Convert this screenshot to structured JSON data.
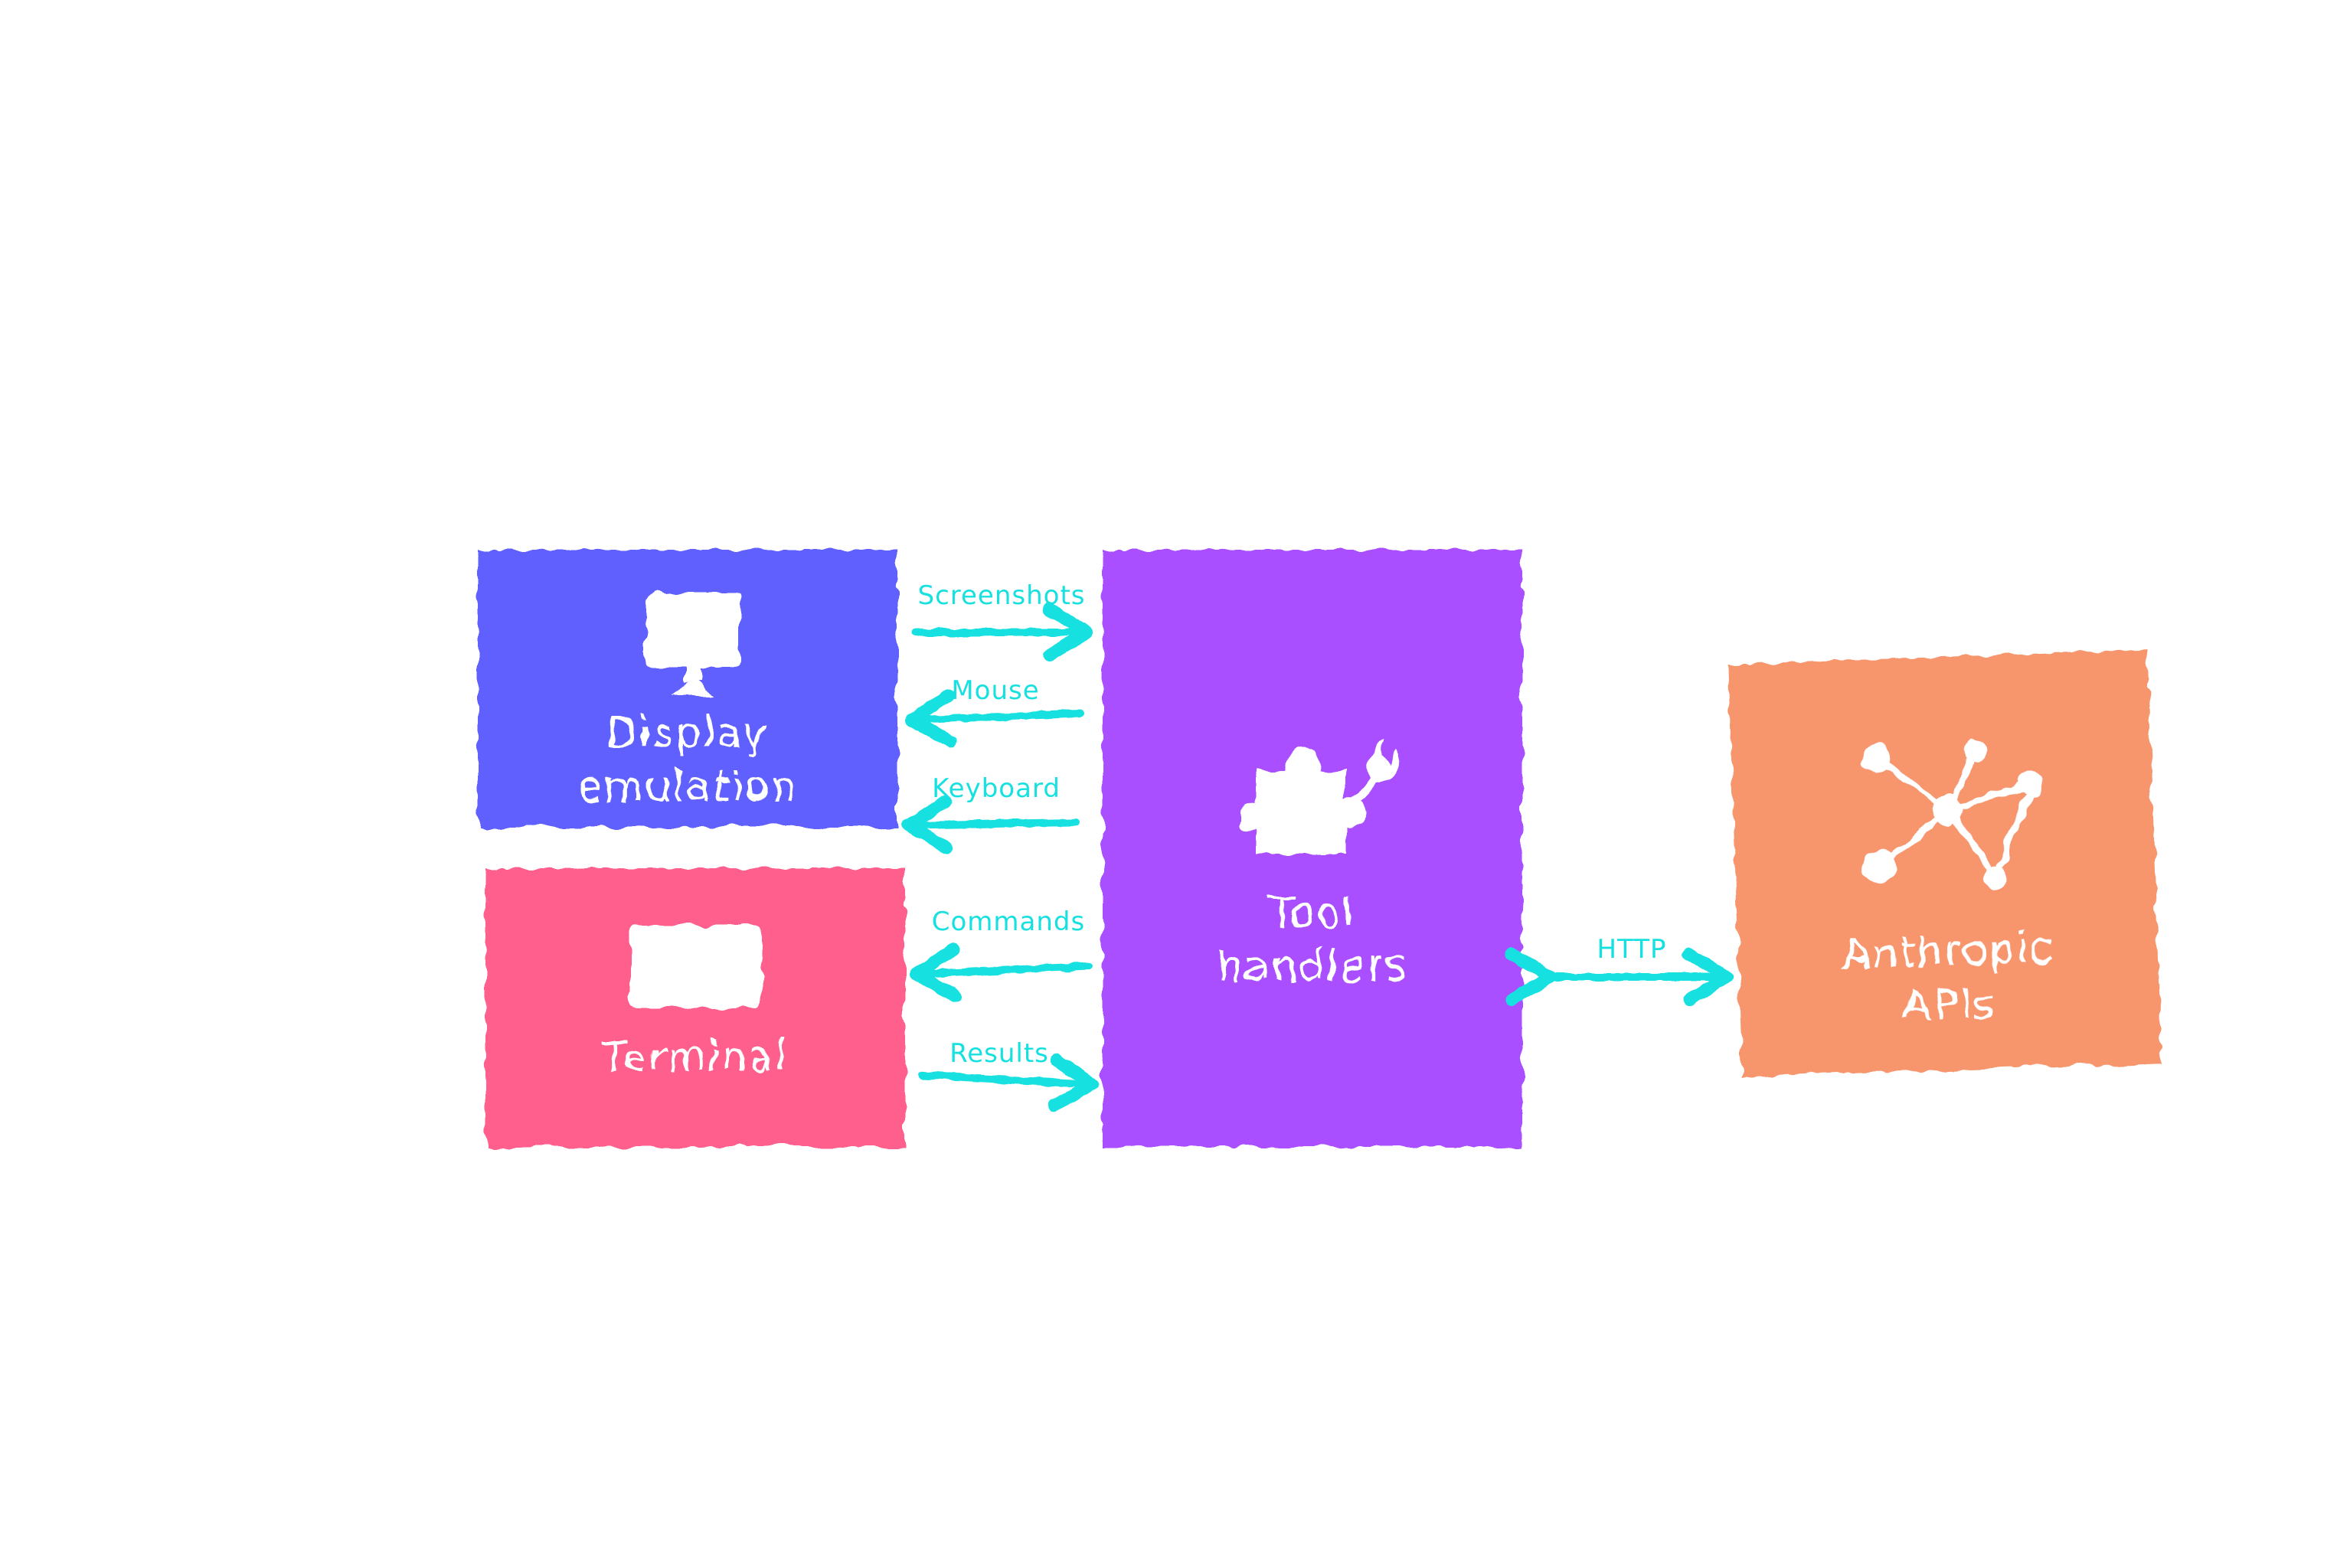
{
  "diagram": {
    "blocks": {
      "display": {
        "label_line1": "Display",
        "label_line2": "emulation",
        "color": "#6060ff",
        "icon": "monitor-icon"
      },
      "terminal": {
        "label": "Terminal",
        "color": "#ff5f8c",
        "icon": "terminal-window-icon"
      },
      "tool_handlers": {
        "label_line1": "Tool",
        "label_line2": "handlers",
        "color": "#aa4fff",
        "icon": "puzzle-wrench-icon"
      },
      "anthropic": {
        "label_line1": "Anthropic",
        "label_line2": "APIs",
        "color": "#f7956c",
        "icon": "network-nodes-icon"
      }
    },
    "connections": {
      "screenshots": "Screenshots",
      "mouse": "Mouse",
      "keyboard": "Keyboard",
      "commands": "Commands",
      "results": "Results",
      "http": "HTTP"
    },
    "arrow_color": "#17e0e0",
    "icon_color": "#ffffff"
  }
}
